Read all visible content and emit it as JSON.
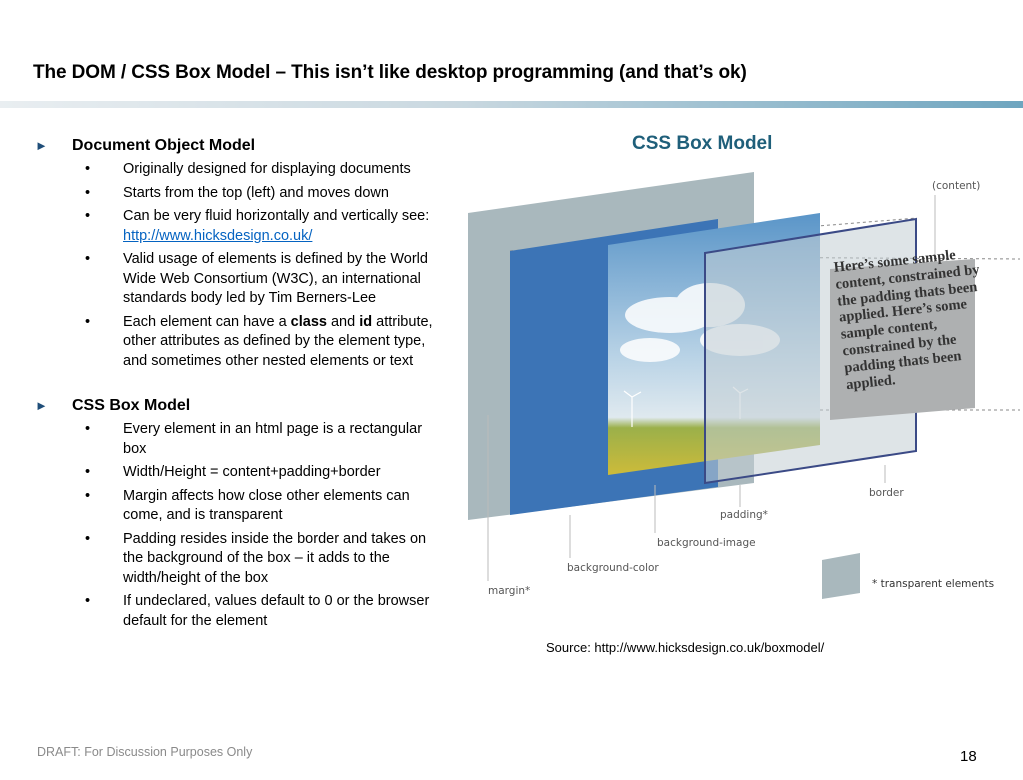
{
  "slide": {
    "title": "The DOM / CSS Box Model – This isn’t like desktop programming (and that’s ok)",
    "footer_left": "DRAFT: For Discussion Purposes Only",
    "page_number": "18"
  },
  "sections": [
    {
      "heading": "Document Object Model",
      "bullets": [
        "Originally designed for displaying documents",
        "Starts from the top (left) and moves down",
        "Can be very fluid horizontally and vertically see: http://www.hicksdesign.co.uk/",
        "Valid usage of elements is defined by the World Wide Web Consortium (W3C), an international standards body led by Tim Berners-Lee",
        "Each element can have a class and id attribute, other attributes as defined by the element type, and sometimes other nested elements or text"
      ],
      "bullet3_prefix": "Can be very fluid horizontally and vertically see: ",
      "bullet3_link": "http://www.hicksdesign.co.uk/",
      "bullet5_parts": [
        "Each element can have a ",
        "class",
        " and ",
        "id",
        " attribute, other attributes as defined by the element type, and sometimes other nested elements or text"
      ]
    },
    {
      "heading": "CSS Box Model",
      "bullets": [
        "Every element in an html page is a rectangular box",
        "Width/Height = content+padding+border",
        "Margin affects how close other elements can come, and is transparent",
        "Padding resides inside the border and takes on the background of the box – it adds to the width/height of the box",
        "If undeclared, values default to 0 or the browser default for the element"
      ]
    }
  ],
  "diagram": {
    "title": "CSS Box Model",
    "labels": {
      "content": "(content)",
      "border": "border",
      "padding": "padding*",
      "background_image": "background-image",
      "background_color": "background-color",
      "margin": "margin*",
      "transparent_note": "* transparent elements"
    },
    "content_text": "Here’s some sample content, constrained by the padding thats been applied. Here’s some sample content, constrained by the padding thats been applied.",
    "source": "Source: http://www.hicksdesign.co.uk/boxmodel/"
  },
  "colors": {
    "accent": "#1f4e79",
    "diagram_title": "#1f5f7a",
    "link": "#0563c1",
    "margin_layer": "#a9b8bd",
    "background_color_layer": "#3c74b6",
    "border_stroke": "#3b4a86"
  },
  "icons": {
    "section_bullet": "right-triangle-icon",
    "sub_bullet": "bullet-dot-icon"
  }
}
